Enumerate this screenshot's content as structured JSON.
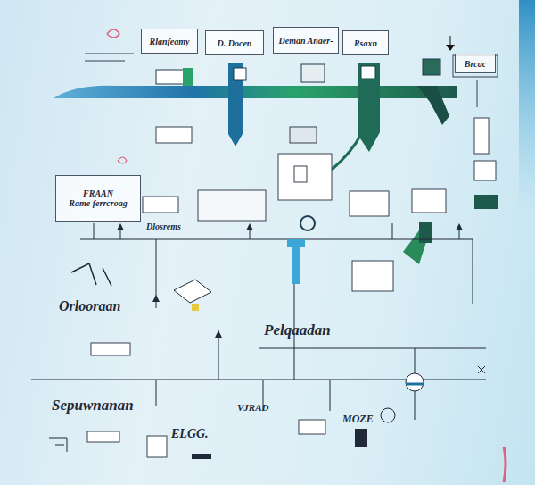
{
  "diagram": {
    "nodes": [
      {
        "text": [
          "Rlanfeamy"
        ]
      },
      {
        "text": [
          "D. Docen"
        ]
      },
      {
        "text": [
          "Deman Anaer-"
        ]
      },
      {
        "text": [
          "Rsaxn"
        ]
      },
      {
        "text": [
          "Brcac"
        ]
      },
      {
        "text": [
          "FRAAN",
          "Rame ferrcroag"
        ]
      }
    ],
    "labels": [
      "Orlooraan",
      "Pelqaadan",
      "Sepuwnanan",
      "ELGG.",
      "VJRAD",
      "MOZE",
      "Dlosrems"
    ]
  }
}
